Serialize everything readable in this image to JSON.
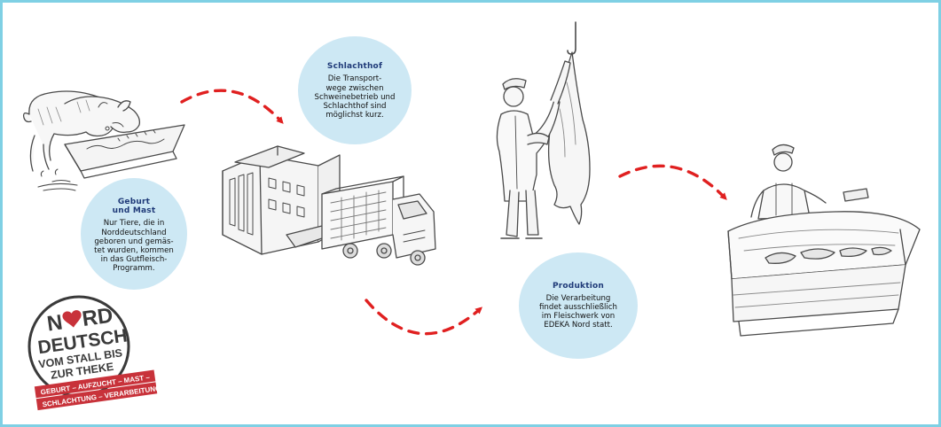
{
  "colors": {
    "frame": "#7fd0e4",
    "bubble": "#cde8f4",
    "heading": "#1f3a78",
    "arrow": "#e02020",
    "stamp_dark": "#3a3a3a",
    "stamp_red": "#c8323a"
  },
  "stages": {
    "geburt": {
      "title": "Geburt\nund Mast",
      "text": "Nur Tiere, die in\nNorddeutschland\ngeboren und gemäs-\ntet wurden, kommen\nin das Gutfleisch-\nProgramm."
    },
    "schlachthof": {
      "title": "Schlachthof",
      "text": "Die Transport-\nwege zwischen\nSchweinebetrieb und\nSchlachthof sind\nmöglichst kurz."
    },
    "produktion": {
      "title": "Produktion",
      "text": "Die Verarbeitung\nfindet ausschließlich\nim Fleischwerk von\nEDEKA Nord statt."
    }
  },
  "stamp": {
    "line1_n": "N",
    "line1_rd": "RD",
    "line2": "DEUTSCH",
    "line3": "VOM STALL BIS",
    "line4": "ZUR THEKE",
    "band1": "GEBURT – AUFZUCHT – MAST –",
    "band2": "SCHLACHTUNG – VERARBEITUNG"
  },
  "icons": [
    "pigs-feeding-trough-icon",
    "slaughterhouse-truck-icon",
    "butcher-carcass-icon",
    "meat-counter-icon",
    "heart-icon"
  ]
}
